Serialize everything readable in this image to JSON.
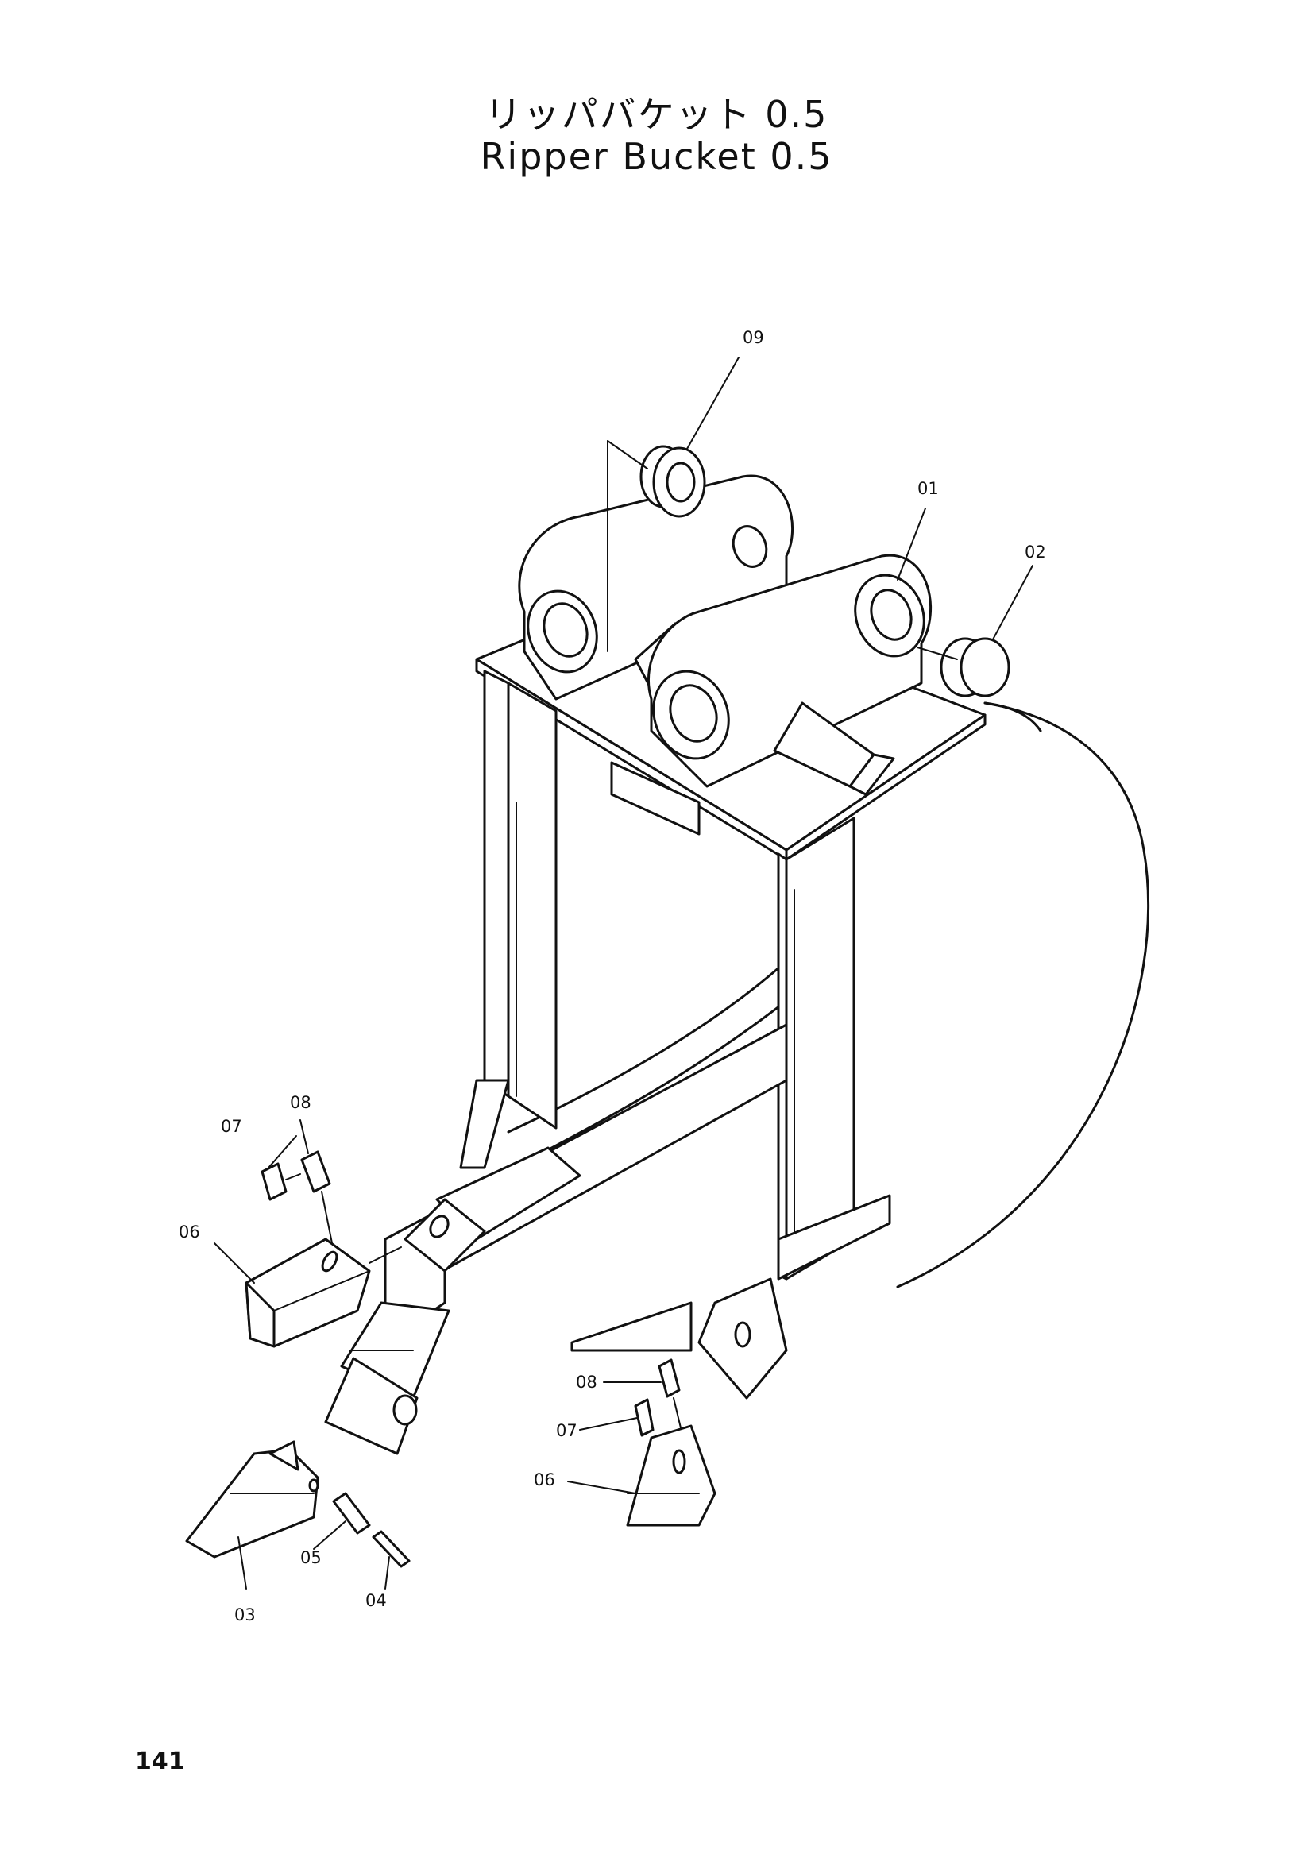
{
  "title": {
    "japanese": "リッパバケット 0.5",
    "english": "Ripper Bucket 0.5"
  },
  "callouts": {
    "c01": "01",
    "c02": "02",
    "c03": "03",
    "c04": "04",
    "c05": "05",
    "c06a": "06",
    "c06b": "06",
    "c07a": "07",
    "c07b": "07",
    "c08a": "08",
    "c08b": "08",
    "c09": "09"
  },
  "page_number": "141"
}
